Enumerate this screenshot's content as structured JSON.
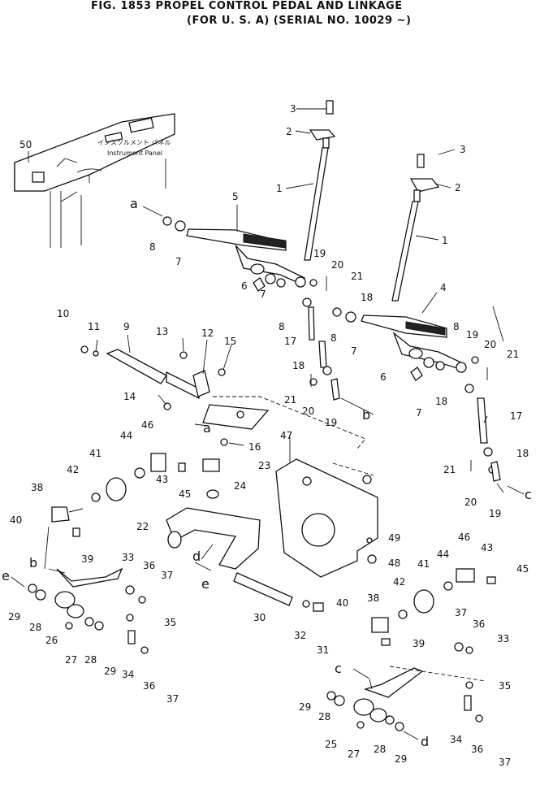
{
  "title": {
    "line1": "FIG. 1853   PROPEL CONTROL PEDAL AND LINKAGE",
    "line2": "(FOR U. S. A) (SERIAL NO. 10029 ~)"
  },
  "panel_labels": {
    "japanese": "インスツルメント パネル",
    "english": "Instrument Panel"
  },
  "callouts": [
    {
      "id": "c50",
      "text": "50"
    },
    {
      "id": "c3a",
      "text": "3"
    },
    {
      "id": "c2a",
      "text": "2"
    },
    {
      "id": "c1a",
      "text": "1"
    },
    {
      "id": "c3b",
      "text": "3"
    },
    {
      "id": "c2b",
      "text": "2"
    },
    {
      "id": "c1b",
      "text": "1"
    },
    {
      "id": "c5",
      "text": "5"
    },
    {
      "id": "c8a",
      "text": "8"
    },
    {
      "id": "c7a",
      "text": "7"
    },
    {
      "id": "c19a",
      "text": "19"
    },
    {
      "id": "c20a",
      "text": "20"
    },
    {
      "id": "c21a",
      "text": "21"
    },
    {
      "id": "c6a",
      "text": "6"
    },
    {
      "id": "c7b",
      "text": "7"
    },
    {
      "id": "c8b",
      "text": "8"
    },
    {
      "id": "c18a",
      "text": "18"
    },
    {
      "id": "c4",
      "text": "4"
    },
    {
      "id": "c8c",
      "text": "8"
    },
    {
      "id": "c7c",
      "text": "7"
    },
    {
      "id": "c17a",
      "text": "17"
    },
    {
      "id": "c8d",
      "text": "8"
    },
    {
      "id": "c19b",
      "text": "19"
    },
    {
      "id": "c20b",
      "text": "20"
    },
    {
      "id": "c21b",
      "text": "21"
    },
    {
      "id": "c18b",
      "text": "18"
    },
    {
      "id": "c6b",
      "text": "6"
    },
    {
      "id": "c7d",
      "text": "7"
    },
    {
      "id": "c18c",
      "text": "18"
    },
    {
      "id": "c21c",
      "text": "21"
    },
    {
      "id": "c20c",
      "text": "20"
    },
    {
      "id": "c19c",
      "text": "19"
    },
    {
      "id": "c17b",
      "text": "17"
    },
    {
      "id": "c18d",
      "text": "18"
    },
    {
      "id": "c21d",
      "text": "21"
    },
    {
      "id": "c20d",
      "text": "20"
    },
    {
      "id": "c19d",
      "text": "19"
    },
    {
      "id": "c10",
      "text": "10"
    },
    {
      "id": "c11",
      "text": "11"
    },
    {
      "id": "c9",
      "text": "9"
    },
    {
      "id": "c13",
      "text": "13"
    },
    {
      "id": "c12",
      "text": "12"
    },
    {
      "id": "c15",
      "text": "15"
    },
    {
      "id": "c14",
      "text": "14"
    },
    {
      "id": "c16",
      "text": "16"
    },
    {
      "id": "c47",
      "text": "47"
    },
    {
      "id": "c46a",
      "text": "46"
    },
    {
      "id": "c44a",
      "text": "44"
    },
    {
      "id": "c41a",
      "text": "41"
    },
    {
      "id": "c42a",
      "text": "42"
    },
    {
      "id": "c38a",
      "text": "38"
    },
    {
      "id": "c40a",
      "text": "40"
    },
    {
      "id": "c39a",
      "text": "39"
    },
    {
      "id": "c43a",
      "text": "43"
    },
    {
      "id": "c45a",
      "text": "45"
    },
    {
      "id": "c23",
      "text": "23"
    },
    {
      "id": "c24",
      "text": "24"
    },
    {
      "id": "c22",
      "text": "22"
    },
    {
      "id": "c49",
      "text": "49"
    },
    {
      "id": "c48",
      "text": "48"
    },
    {
      "id": "c33a",
      "text": "33"
    },
    {
      "id": "c36a",
      "text": "36"
    },
    {
      "id": "c37a",
      "text": "37"
    },
    {
      "id": "c35a",
      "text": "35"
    },
    {
      "id": "c29a",
      "text": "29"
    },
    {
      "id": "c28a",
      "text": "28"
    },
    {
      "id": "c26",
      "text": "26"
    },
    {
      "id": "c27a",
      "text": "27"
    },
    {
      "id": "c28b",
      "text": "28"
    },
    {
      "id": "c29b",
      "text": "29"
    },
    {
      "id": "c34a",
      "text": "34"
    },
    {
      "id": "c36b",
      "text": "36"
    },
    {
      "id": "c37b",
      "text": "37"
    },
    {
      "id": "c30",
      "text": "30"
    },
    {
      "id": "c32",
      "text": "32"
    },
    {
      "id": "c31",
      "text": "31"
    },
    {
      "id": "c46b",
      "text": "46"
    },
    {
      "id": "c43b",
      "text": "43"
    },
    {
      "id": "c45b",
      "text": "45"
    },
    {
      "id": "c44b",
      "text": "44"
    },
    {
      "id": "c41b",
      "text": "41"
    },
    {
      "id": "c42b",
      "text": "42"
    },
    {
      "id": "c38b",
      "text": "38"
    },
    {
      "id": "c40b",
      "text": "40"
    },
    {
      "id": "c39b",
      "text": "39"
    },
    {
      "id": "c37c",
      "text": "37"
    },
    {
      "id": "c36c",
      "text": "36"
    },
    {
      "id": "c33b",
      "text": "33"
    },
    {
      "id": "c35b",
      "text": "35"
    },
    {
      "id": "c29c",
      "text": "29"
    },
    {
      "id": "c28c",
      "text": "28"
    },
    {
      "id": "c25",
      "text": "25"
    },
    {
      "id": "c27b",
      "text": "27"
    },
    {
      "id": "c28d",
      "text": "28"
    },
    {
      "id": "c29d",
      "text": "29"
    },
    {
      "id": "c34b",
      "text": "34"
    },
    {
      "id": "c36d",
      "text": "36"
    },
    {
      "id": "c37d",
      "text": "37"
    }
  ],
  "ref_letters": [
    {
      "id": "ra1",
      "text": "a"
    },
    {
      "id": "ra2",
      "text": "a"
    },
    {
      "id": "rb1",
      "text": "b"
    },
    {
      "id": "rb2",
      "text": "b"
    },
    {
      "id": "rc1",
      "text": "c"
    },
    {
      "id": "rc2",
      "text": "c"
    },
    {
      "id": "rd1",
      "text": "d"
    },
    {
      "id": "rd2",
      "text": "d"
    },
    {
      "id": "re1",
      "text": "e"
    },
    {
      "id": "re2",
      "text": "e"
    }
  ]
}
